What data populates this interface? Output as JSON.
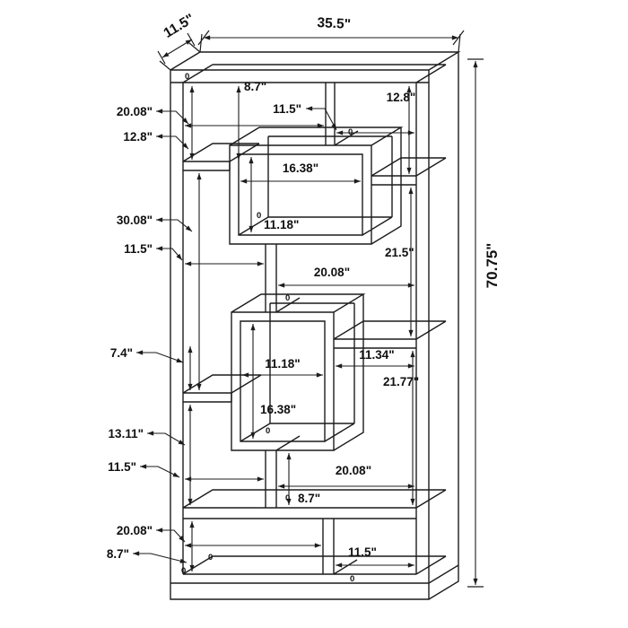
{
  "drawing": {
    "kind": "bookcase-dimension-diagram",
    "colors": {
      "line": "#1c1c1c",
      "background": "#ffffff"
    },
    "marks": {
      "zero": "0"
    },
    "dims": {
      "overall_depth": "11.5\"",
      "overall_width": "35.5\"",
      "overall_height": "70.75\"",
      "top_left_height": "8.7\"",
      "top_left_width": "20.08\"",
      "left_upper_height": "12.8\"",
      "top_middle_width": "11.5\"",
      "top_right_height": "12.8\"",
      "box1_width": "16.38\"",
      "box1_height": "11.18\"",
      "left_tall_height": "30.08\"",
      "left_middle_width": "11.5\"",
      "right_middle_height": "21.5\"",
      "middle_width": "20.08\"",
      "left_small_height": "7.4\"",
      "right_shelf_width": "11.34\"",
      "box2_width": "11.18\"",
      "right_lower_height": "21.77\"",
      "box2_height": "16.38\"",
      "left_lower_height": "13.11\"",
      "left_lower_width": "11.5\"",
      "bottom_middle_width": "20.08\"",
      "bottom_middle_height": "8.7\"",
      "bottom_left_width": "20.08\"",
      "bottom_left_height": "8.7\"",
      "bottom_right_width": "11.5\""
    }
  }
}
